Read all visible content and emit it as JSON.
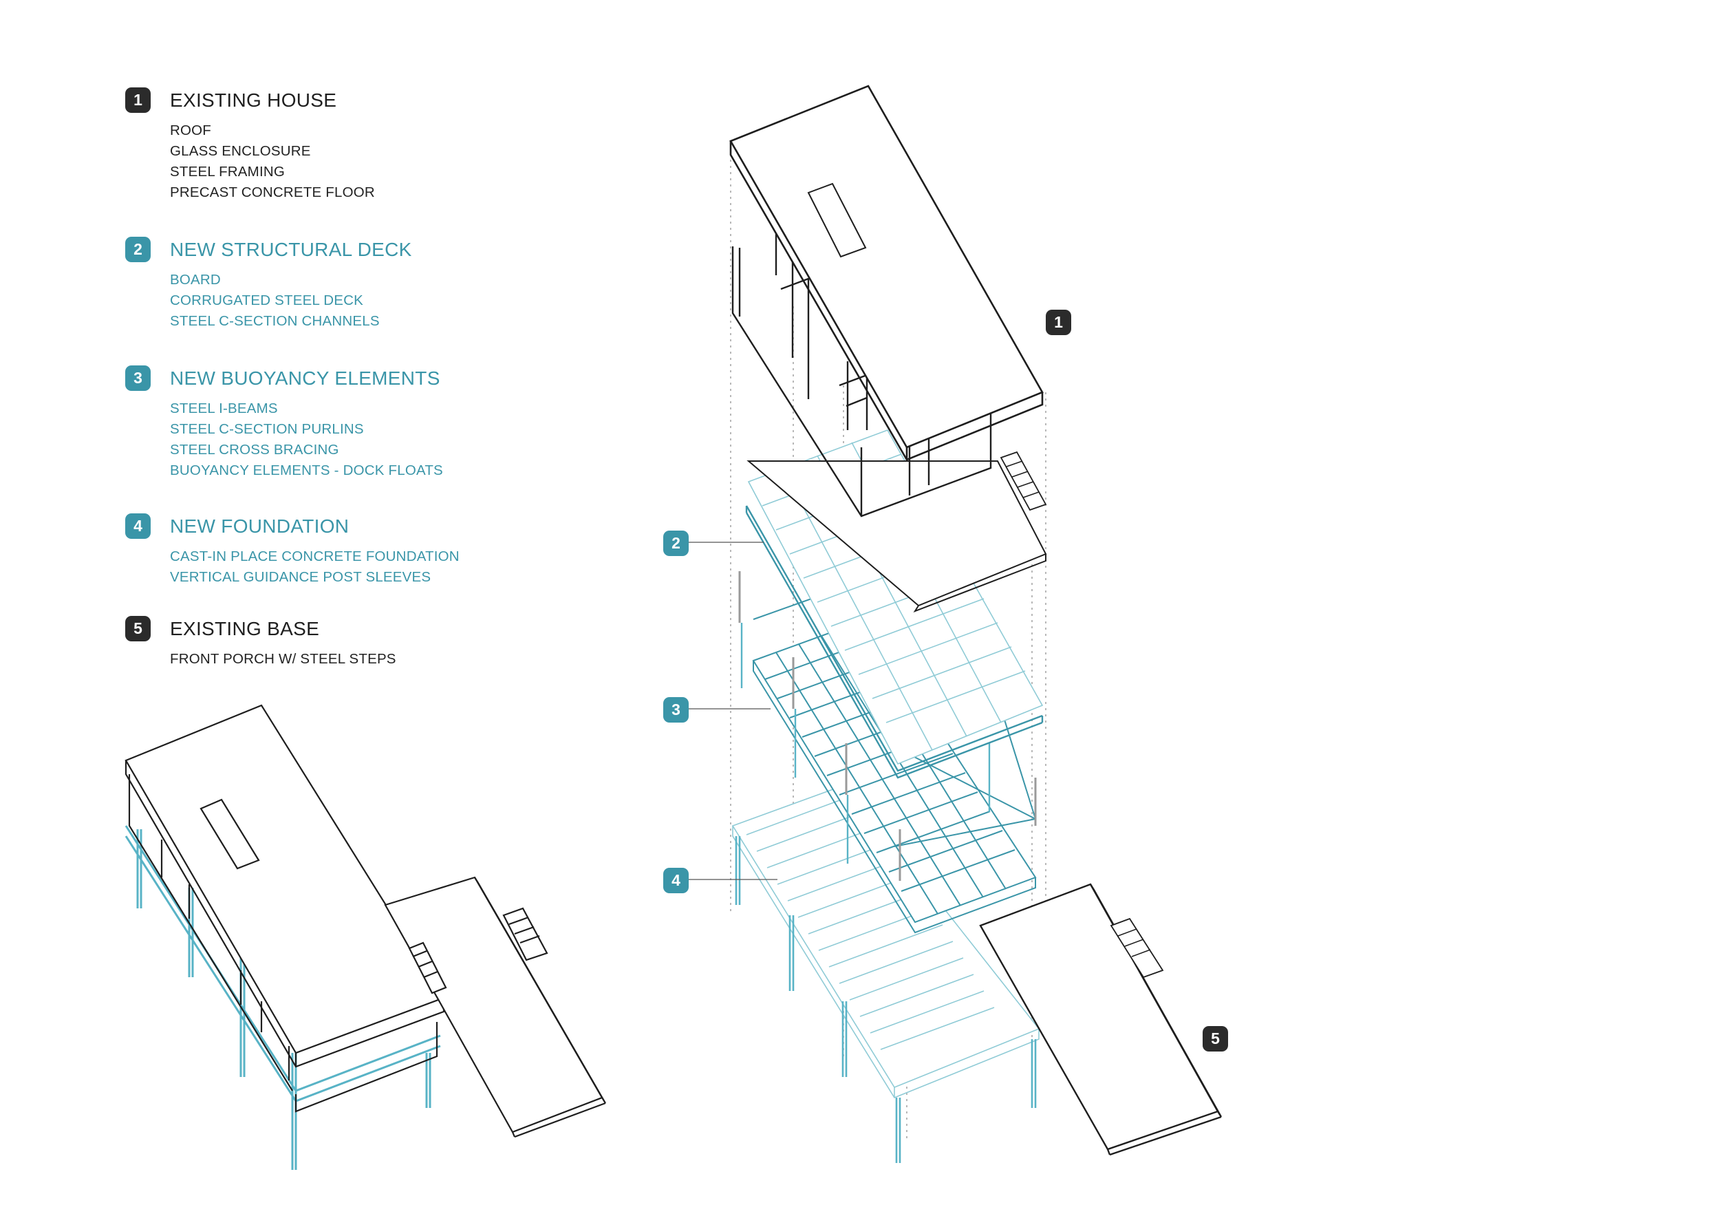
{
  "colors": {
    "dark": "#2b2b2b",
    "teal": "#3a95a8",
    "line": "#1e1e1e",
    "teal_line": "#58b3c6"
  },
  "legend": [
    {
      "number": "1",
      "title": "EXISTING HOUSE",
      "style": "dark",
      "items": [
        "ROOF",
        "GLASS ENCLOSURE",
        "STEEL FRAMING",
        "PRECAST CONCRETE FLOOR"
      ]
    },
    {
      "number": "2",
      "title": "NEW STRUCTURAL DECK",
      "style": "teal",
      "items": [
        "BOARD",
        "CORRUGATED STEEL DECK",
        "STEEL C-SECTION CHANNELS"
      ]
    },
    {
      "number": "3",
      "title": "NEW BUOYANCY ELEMENTS",
      "style": "teal",
      "items": [
        "STEEL I-BEAMS",
        "STEEL C-SECTION PURLINS",
        "STEEL CROSS BRACING",
        "BUOYANCY ELEMENTS - DOCK FLOATS"
      ]
    },
    {
      "number": "4",
      "title": "NEW FOUNDATION",
      "style": "teal",
      "items": [
        "CAST-IN PLACE CONCRETE FOUNDATION",
        "VERTICAL GUIDANCE POST SLEEVES"
      ]
    },
    {
      "number": "5",
      "title": "EXISTING BASE",
      "style": "dark",
      "items": [
        "FRONT PORCH W/ STEEL STEPS"
      ]
    }
  ],
  "callouts": [
    {
      "number": "1",
      "style": "dark"
    },
    {
      "number": "2",
      "style": "teal"
    },
    {
      "number": "3",
      "style": "teal"
    },
    {
      "number": "4",
      "style": "teal"
    },
    {
      "number": "5",
      "style": "dark"
    }
  ]
}
